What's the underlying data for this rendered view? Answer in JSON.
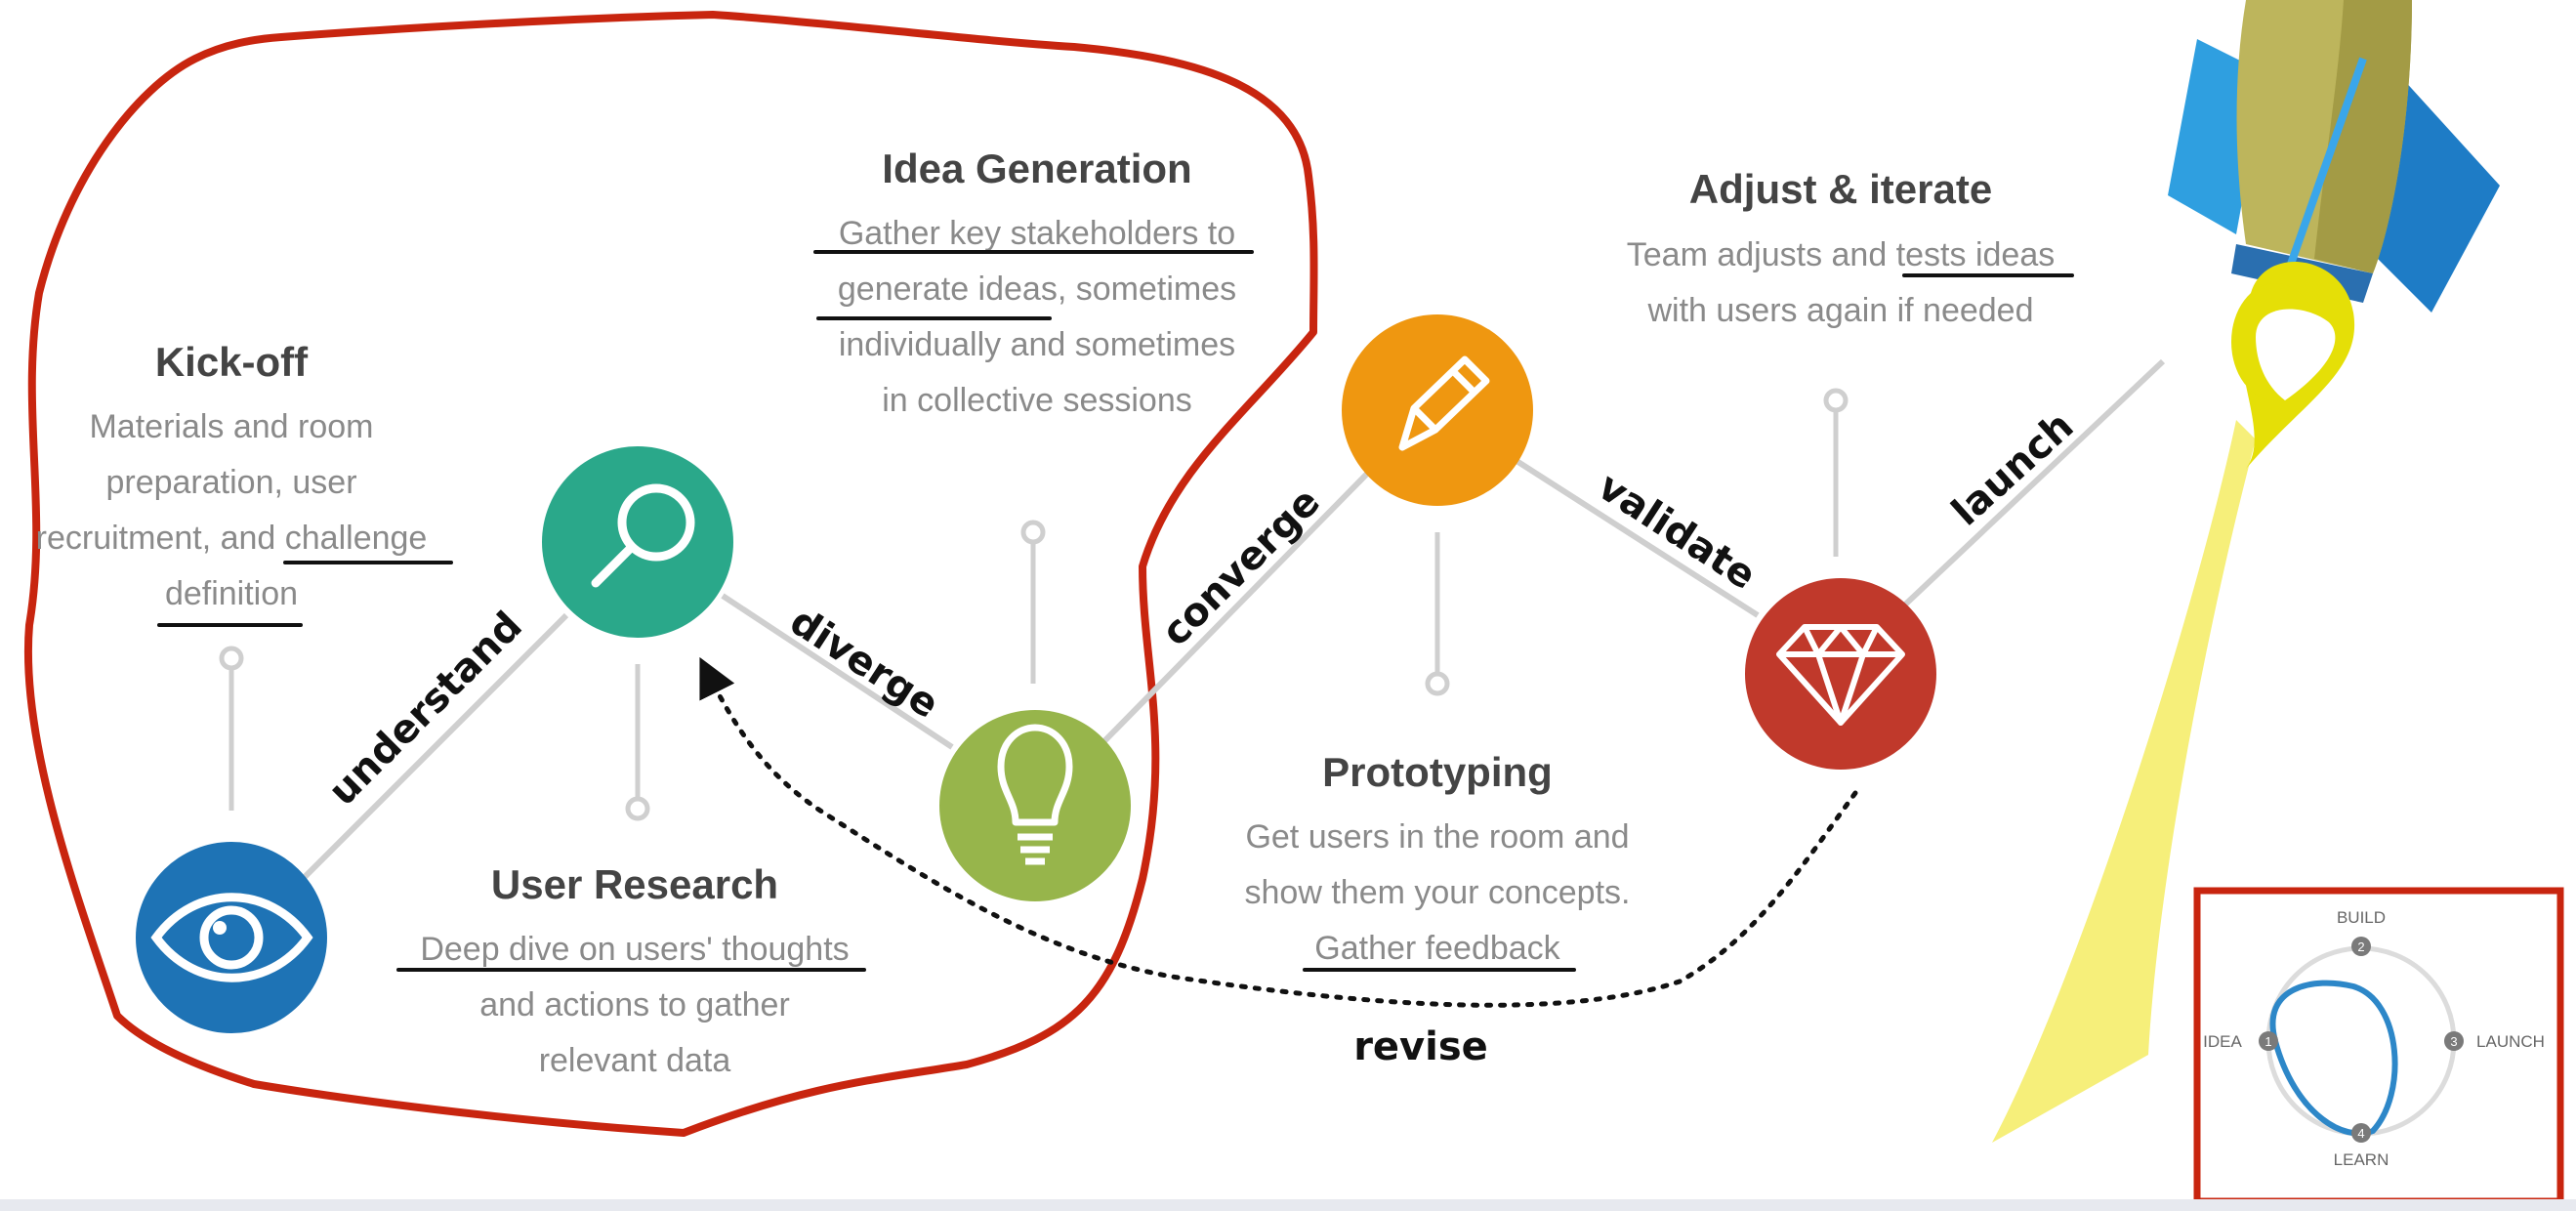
{
  "colors": {
    "kickoff": "#1e73b5",
    "research": "#2aa88a",
    "idea": "#97b54b",
    "prototype": "#ef9710",
    "adjust": "#c0392b",
    "annotation_red": "#c8250f",
    "rocket_yellow": "#e5df07",
    "flame": "#f6ef7a",
    "rocket_blue": "#2f9fe0",
    "rocket_body": "#bdb55c",
    "cycle_blue": "#2d87c8"
  },
  "stages": [
    {
      "id": "kickoff",
      "title": "Kick-off",
      "icon": "eye-icon",
      "lines": [
        "Materials and room",
        "preparation, user",
        "recruitment, and challenge",
        "definition"
      ]
    },
    {
      "id": "research",
      "title": "User Research",
      "icon": "magnifier-icon",
      "lines": [
        "Deep dive on users' thoughts",
        "and actions to gather",
        "relevant data"
      ]
    },
    {
      "id": "idea",
      "title": "Idea Generation",
      "icon": "lightbulb-icon",
      "lines": [
        "Gather key stakeholders to",
        "generate ideas, sometimes",
        "individually and sometimes",
        "in collective sessions"
      ]
    },
    {
      "id": "prototype",
      "title": "Prototyping",
      "icon": "pencil-icon",
      "lines": [
        "Get users in the room and",
        "show them your concepts.",
        "Gather feedback"
      ]
    },
    {
      "id": "adjust",
      "title": "Adjust & iterate",
      "icon": "diamond-icon",
      "lines": [
        "Team adjusts and tests ideas",
        "with users again if needed"
      ]
    }
  ],
  "edge_labels": {
    "understand": "understand",
    "diverge": "diverge",
    "converge": "converge",
    "validate": "validate",
    "launch": "launch",
    "revise": "revise"
  },
  "cycle": {
    "build": "BUILD",
    "idea": "IDEA",
    "launch": "LAUNCH",
    "learn": "LEARN",
    "n1": "1",
    "n2": "2",
    "n3": "3",
    "n4": "4"
  }
}
